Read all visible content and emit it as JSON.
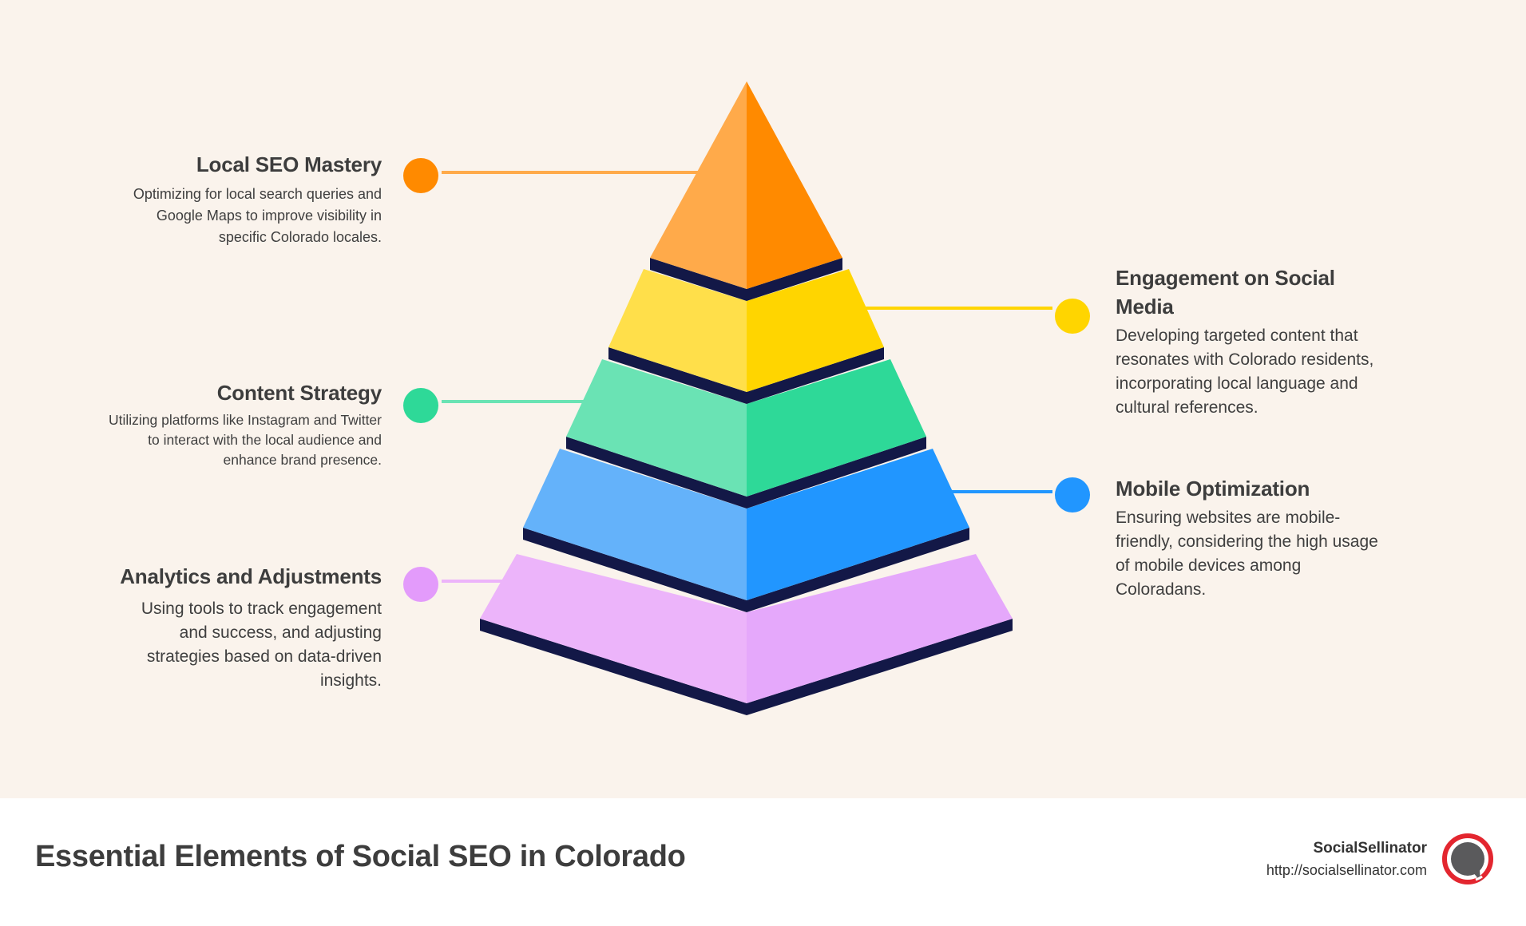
{
  "title": "Essential Elements of Social SEO in Colorado",
  "brand": {
    "name": "SocialSellinator",
    "url": "http://socialsellinator.com",
    "logo_icon": "chat-bubble-logo-icon",
    "logo_ring_color": "#e3262f",
    "logo_bubble_color": "#5a5a5c"
  },
  "colors": {
    "background": "#faf3ec",
    "footer_background": "#ffffff",
    "separator": "#131847",
    "text": "#3d3d3d"
  },
  "layers": [
    {
      "level": 1,
      "title": "Local SEO Mastery",
      "description": "Optimizing for local search queries and Google Maps to improve visibility in specific Colorado locales.",
      "side": "left",
      "color_light": "#ffaa4a",
      "color_dark": "#ff8a00"
    },
    {
      "level": 2,
      "title": "Engagement on Social Media",
      "description": "Developing targeted content that resonates with Colorado residents, incorporating local language and cultural references.",
      "side": "right",
      "color_light": "#ffdf4a",
      "color_dark": "#ffd500"
    },
    {
      "level": 3,
      "title": "Content Strategy",
      "description": "Utilizing platforms like Instagram and Twitter to interact with the local audience and enhance brand presence.",
      "side": "left",
      "color_light": "#6ae3b4",
      "color_dark": "#2ed998"
    },
    {
      "level": 4,
      "title": "Mobile Optimization",
      "description": "Ensuring websites are mobile-friendly, considering the high usage of mobile devices among Coloradans.",
      "side": "right",
      "color_light": "#64b2fa",
      "color_dark": "#2196ff"
    },
    {
      "level": 5,
      "title": "Analytics and Adjustments",
      "description": "Using tools to track engagement and success, and adjusting strategies based on data-driven insights.",
      "side": "left",
      "color_light": "#ecb4fa",
      "color_dark": "#e5a8fb"
    }
  ]
}
